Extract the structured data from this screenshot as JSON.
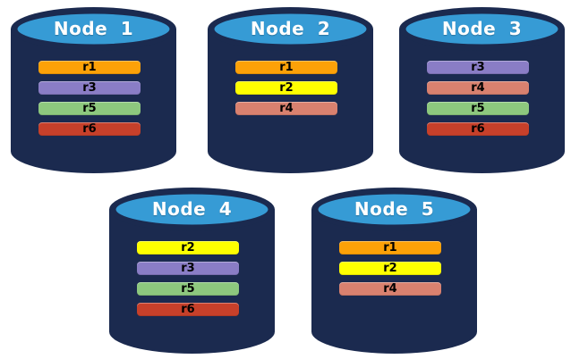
{
  "colors": {
    "background": "#FFFFFF",
    "cylinder_body": "#1B2A4F",
    "cylinder_top": "#369BD5",
    "node_title_text": "#FFFFFF",
    "replica_label_text": "#000000",
    "replicas": {
      "r1": "#FCA108",
      "r2": "#FFFF00",
      "r3": "#8A7DC6",
      "r4": "#D9816F",
      "r5": "#8DC87E",
      "r6": "#C7402A"
    }
  },
  "nodes": [
    {
      "label": "Node 1",
      "replicas": [
        "r1",
        "r3",
        "r5",
        "r6"
      ]
    },
    {
      "label": "Node 2",
      "replicas": [
        "r1",
        "r2",
        "r4"
      ]
    },
    {
      "label": "Node 3",
      "replicas": [
        "r3",
        "r4",
        "r5",
        "r6"
      ]
    },
    {
      "label": "Node 4",
      "replicas": [
        "r2",
        "r3",
        "r5",
        "r6"
      ]
    },
    {
      "label": "Node 5",
      "replicas": [
        "r1",
        "r2",
        "r4"
      ]
    }
  ]
}
